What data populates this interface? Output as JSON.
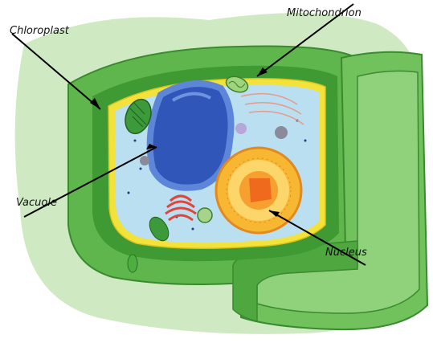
{
  "labels": {
    "chloroplast": "Chloroplast",
    "mitochondrion": "Mitochondrion",
    "vacuole": "Vacuole",
    "nucleus": "Nucleus"
  },
  "colors": {
    "cell_wall_light": "#c9e8b8",
    "cell_wall": "#5fb64c",
    "cell_wall_dark": "#3f9a34",
    "membrane": "#f2e23a",
    "cytoplasm": "#b9dff0",
    "vacuole": "#2f56b8",
    "nucleus_outer": "#f7b733",
    "nucleus_inner": "#f06a1e",
    "pointer": "#000000"
  }
}
